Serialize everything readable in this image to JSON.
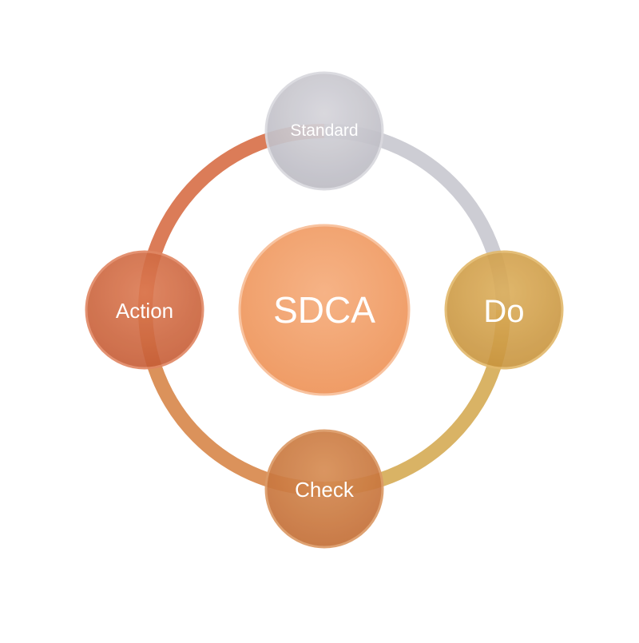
{
  "diagram": {
    "center": {
      "label": "SDCA",
      "color": "#f2a272"
    },
    "nodes": [
      {
        "id": "standard",
        "label": "Standard",
        "color": "#c9c8cf"
      },
      {
        "id": "do",
        "label": "Do",
        "color": "#d4a14b"
      },
      {
        "id": "check",
        "label": "Check",
        "color": "#cd7e45"
      },
      {
        "id": "action",
        "label": "Action",
        "color": "#d26a43"
      }
    ],
    "ring_colors": {
      "standard_to_do": "#c9c9d0",
      "do_to_check": "#d6ac58",
      "check_to_action": "#d8894d",
      "action_to_standard": "#d8714a"
    }
  }
}
